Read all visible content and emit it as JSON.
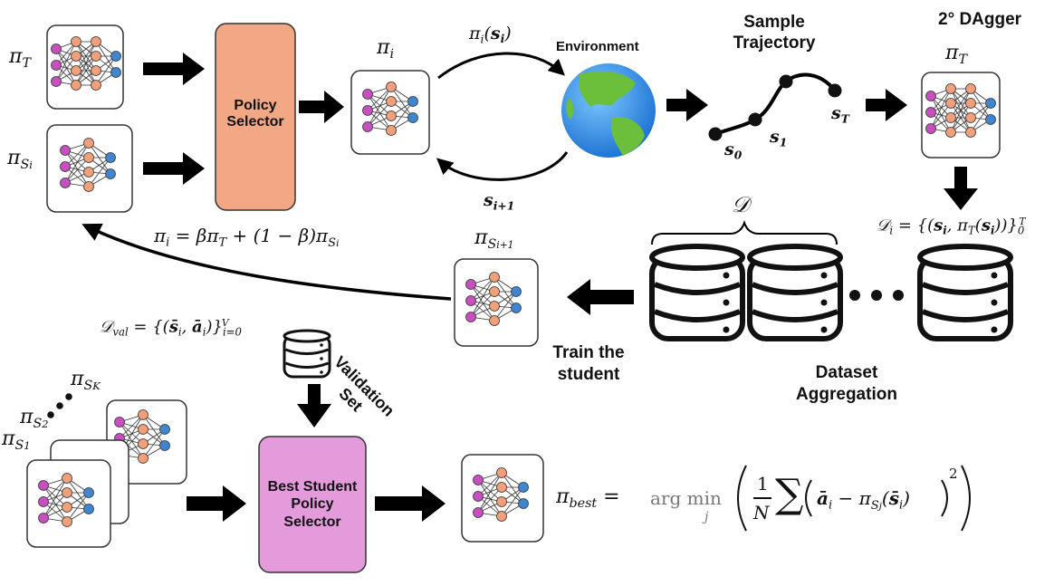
{
  "policies": {
    "teacher": "π_T",
    "student_i": "π_S_i",
    "mixed": "π_i",
    "student_next": "π_S_i+1",
    "teacher_right": "π_T",
    "student_1": "π_S_1",
    "student_2": "π_S_2",
    "student_k": "π_S_K",
    "best": "π_best"
  },
  "boxes": {
    "policy_selector": "Policy\nSelector",
    "best_selector": "Best Student\nPolicy\nSelector"
  },
  "labels": {
    "environment": "Environment",
    "sample_trajectory": "Sample\nTrajectory",
    "dagger": "2° DAgger",
    "dataset_aggregation": "Dataset\nAggregation",
    "train_student": "Train the\nstudent",
    "validation_set": "Validation\nSet",
    "action_arrow": "π_i(s_i)",
    "next_state": "s_i+1",
    "s0": "s_0",
    "s1": "s_1",
    "sT": "s_T",
    "dataset_symbol": "𝒟"
  },
  "equations": {
    "mixing": "π_i = βπ_T + (1 − β)π_S_i",
    "dataset_i": "𝒟_i = {(s_i, π_T(s_i))}_0^T",
    "validation": "𝒟_val = {(s̄_i, ā_i)}_i=0^V",
    "best_op": "arg min",
    "best_sub": "j"
  },
  "colors": {
    "policy_selector_fill": "#F2A785",
    "best_selector_fill": "#E39BDB",
    "node_input": "#C74FC0",
    "node_hidden": "#F2A07A",
    "node_output": "#3F86D1"
  },
  "icons": {
    "environment": "globe-icon",
    "dataset": "database-icon",
    "network": "neural-network-icon"
  }
}
